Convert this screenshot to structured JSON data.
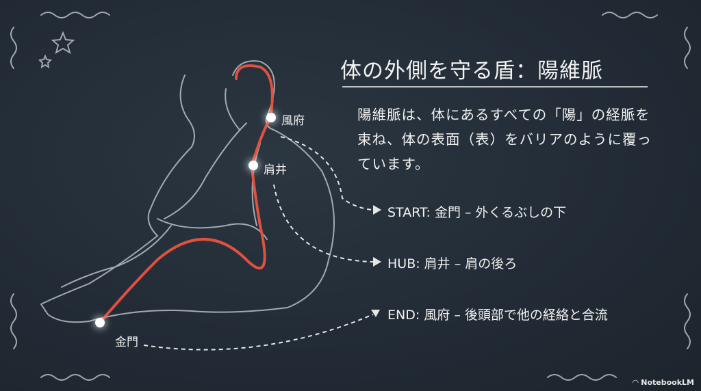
{
  "title": "体の外側を守る盾：陽維脈",
  "description": "陽維脈は、体にあるすべての「陽」の経脈を束ね、体の表面（表）をバリアのように覆っています。",
  "points": [
    {
      "label": "風府"
    },
    {
      "label": "肩井"
    },
    {
      "label": "金門"
    }
  ],
  "steps": [
    {
      "text": "START: 金門 – 外くるぶしの下"
    },
    {
      "text": "HUB: 肩井 – 肩の後ろ"
    },
    {
      "text": "END: 風府 – 後頭部で他の経絡と合流"
    }
  ],
  "brand": "NotebookLM",
  "colors": {
    "board": "#232d37",
    "meridian": "#e0513f",
    "chalk": "#f2f2f2"
  }
}
